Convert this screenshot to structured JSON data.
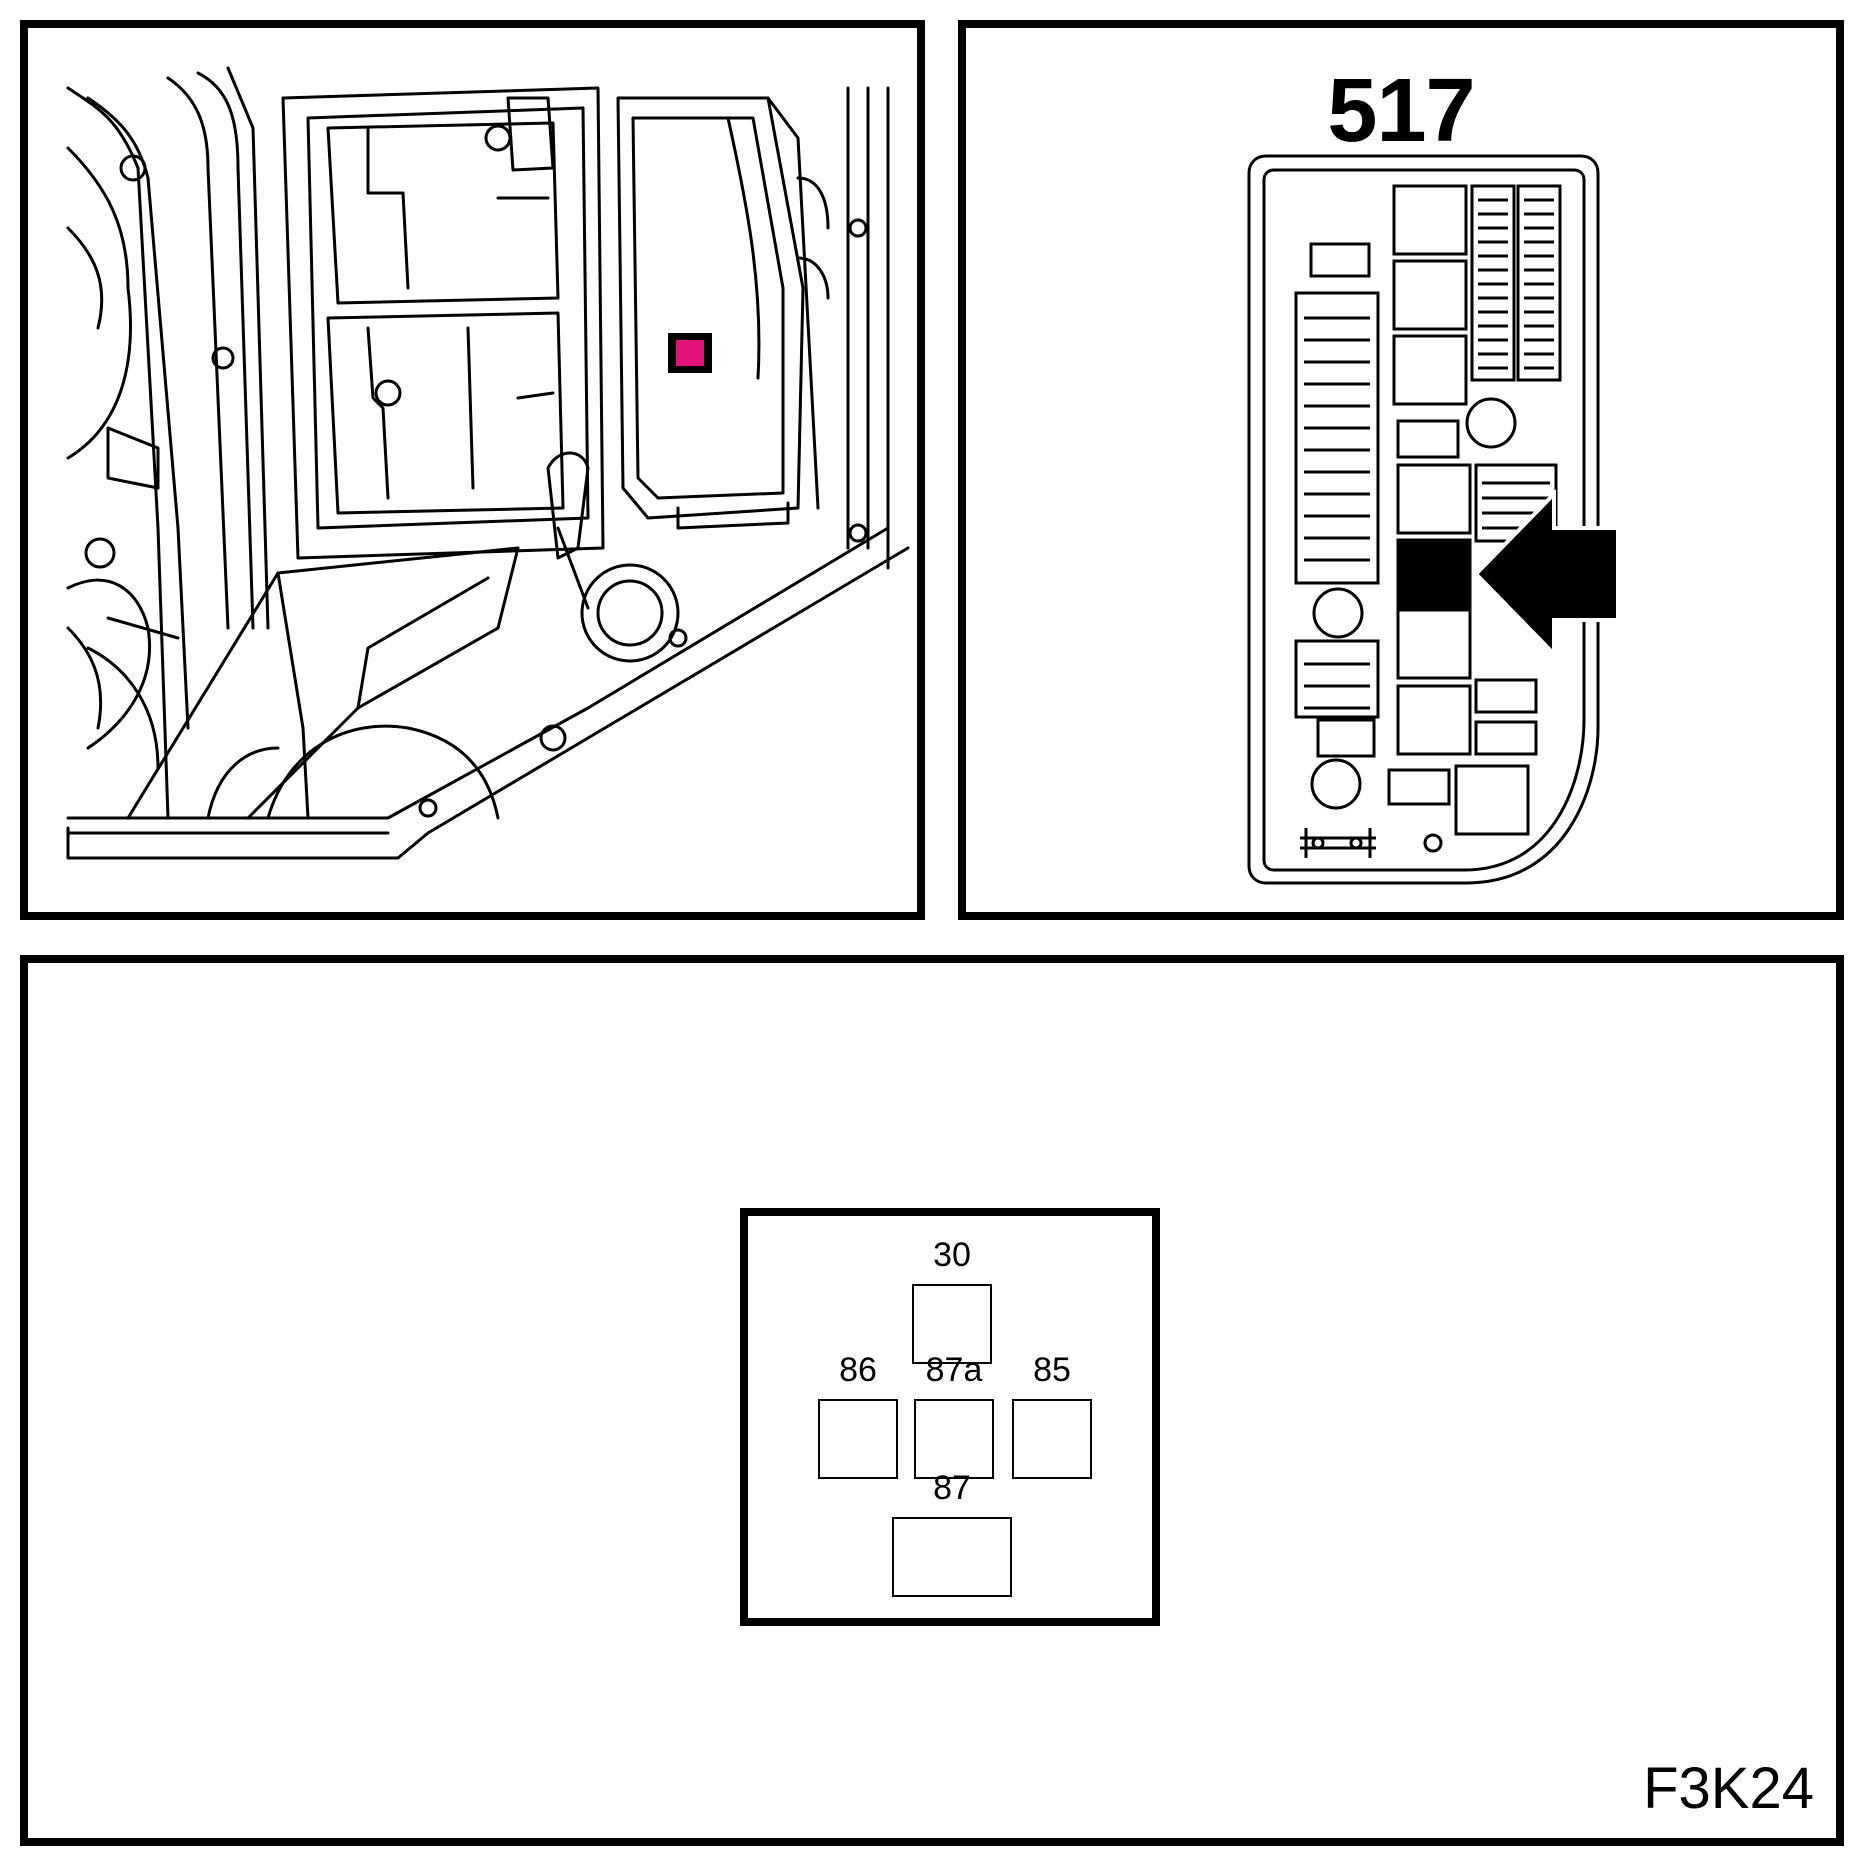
{
  "fusebox": {
    "number": "517"
  },
  "relay": {
    "pins": {
      "p30": "30",
      "p86": "86",
      "p87a": "87a",
      "p85": "85",
      "p87": "87"
    }
  },
  "figure_code": "F3K24",
  "colors": {
    "location_marker": "#e0137a",
    "line": "#000000",
    "background": "#ffffff"
  }
}
